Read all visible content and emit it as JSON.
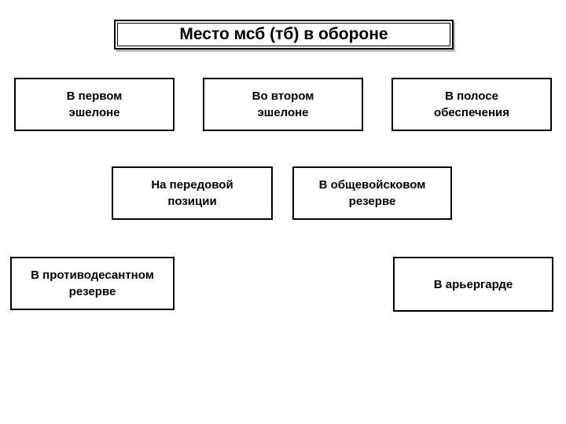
{
  "title": {
    "text": "Место мсб (тб) в обороне"
  },
  "boxes": [
    {
      "lines": [
        "В первом",
        "эшелоне"
      ]
    },
    {
      "lines": [
        "Во втором",
        "эшелоне"
      ]
    },
    {
      "lines": [
        "В полосе",
        "обеспечения"
      ]
    },
    {
      "lines": [
        "На передовой",
        "позиции"
      ]
    },
    {
      "lines": [
        "В общевойсковом",
        "резерве"
      ]
    },
    {
      "lines": [
        "В противодесантном",
        "резерве"
      ]
    },
    {
      "lines": [
        "В арьергарде"
      ]
    }
  ],
  "colors": {
    "background": "#ffffff",
    "border": "#000000",
    "text": "#000000",
    "title_shadow": "#b9b9b9"
  }
}
